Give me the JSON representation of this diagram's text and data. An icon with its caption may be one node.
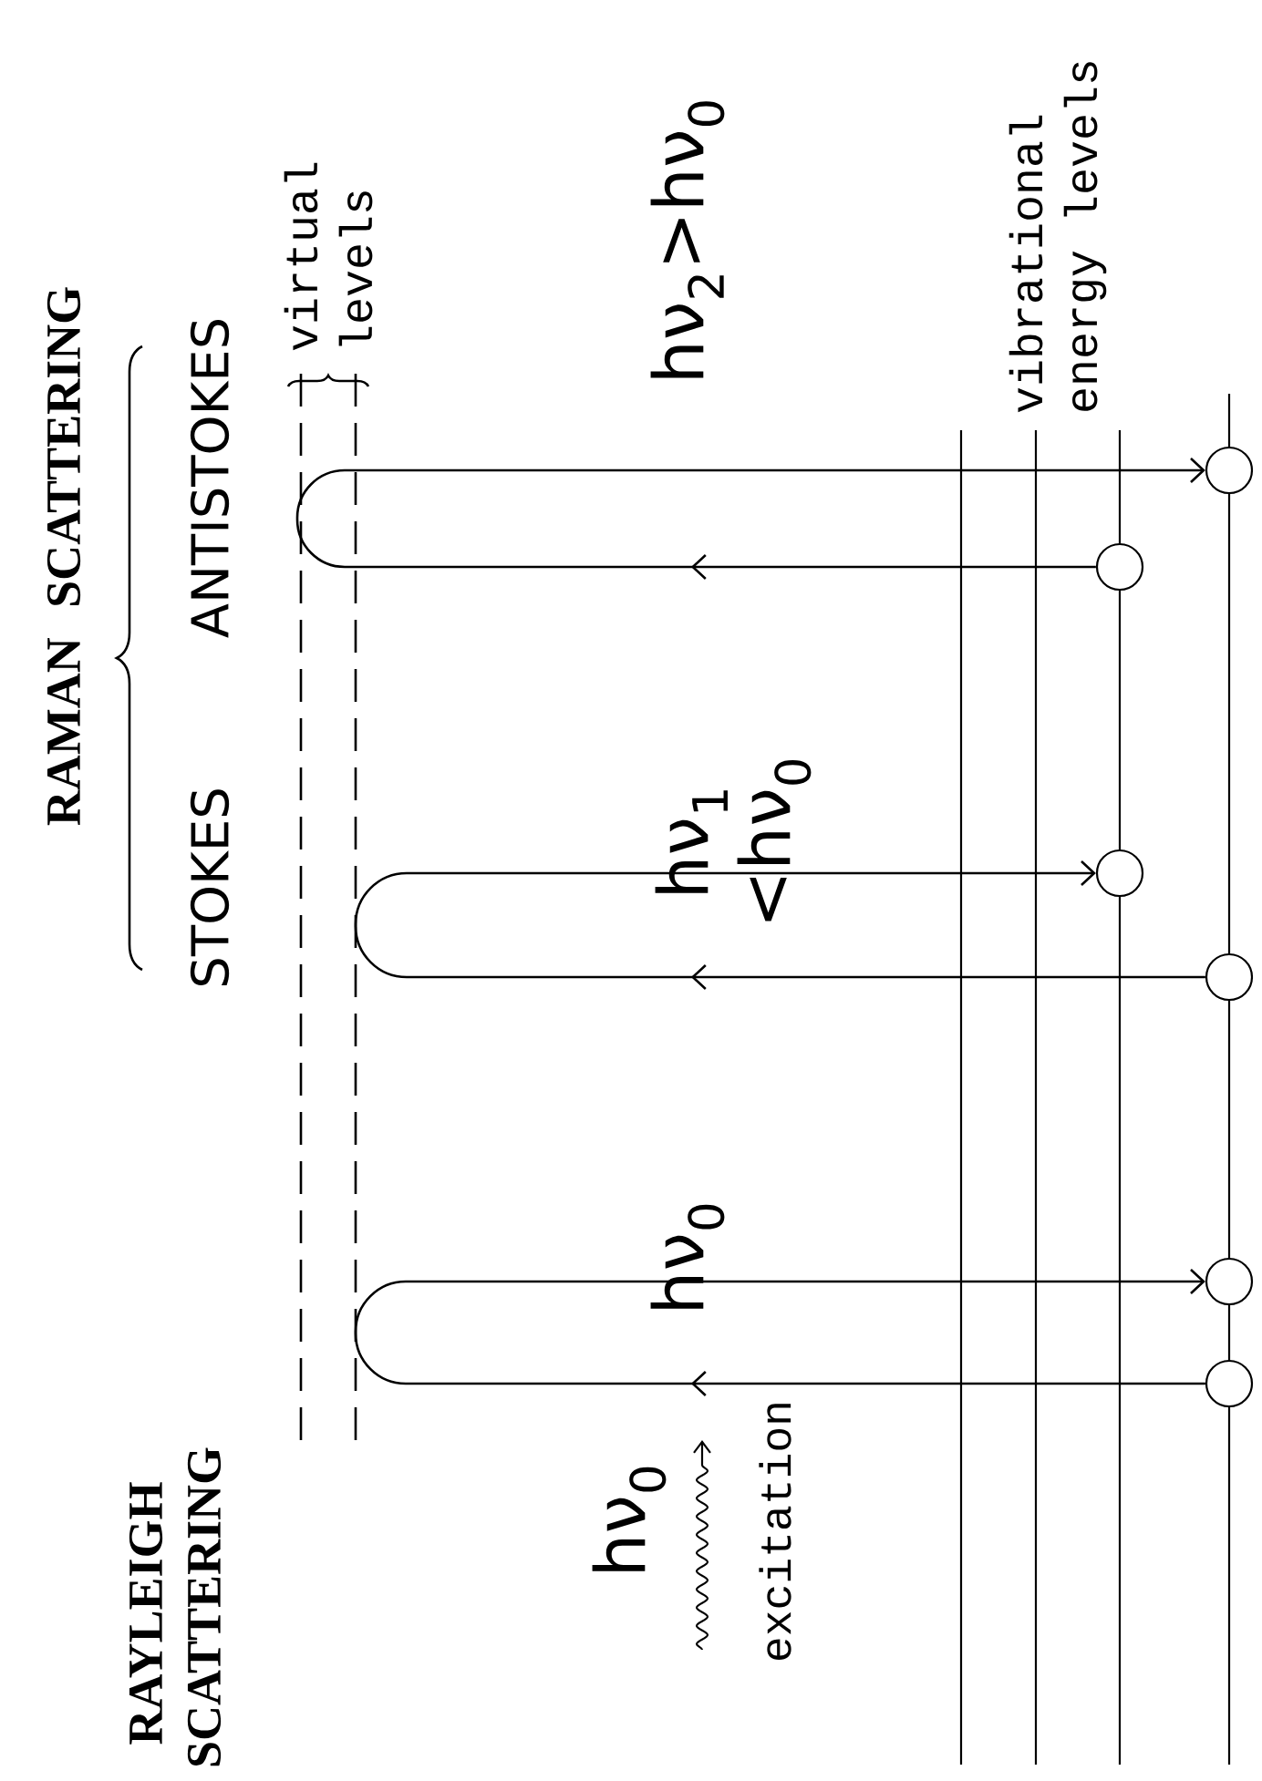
{
  "diagram": {
    "nodes": [
      {
        "text": [],
        "shape": "circle"
      },
      {
        "text": [],
        "shape": "circle"
      },
      {
        "text": [],
        "shape": "circle"
      },
      {
        "text": [],
        "shape": "circle"
      },
      {
        "text": [],
        "shape": "circle"
      },
      {
        "text": [],
        "shape": "circle"
      }
    ],
    "edges": [
      {
        "from": 1,
        "to": 0,
        "arrow": "to"
      },
      {
        "from": 3,
        "to": 2,
        "arrow": "to"
      },
      {
        "from": 5,
        "to": 4,
        "arrow": "to"
      }
    ],
    "labels": [
      "RAMAN SCATTERING",
      "STOKES",
      "ANTISTOKES",
      "virtual levels",
      "hν$_{2}$>hν$_{0}$",
      "hν$_{1}$ <hν$_{0}$",
      "hν$_{0}$",
      "RAYLEIGH SCATTERING",
      "hν$_{0}$",
      "excitation",
      "vibrational energy levels"
    ]
  }
}
